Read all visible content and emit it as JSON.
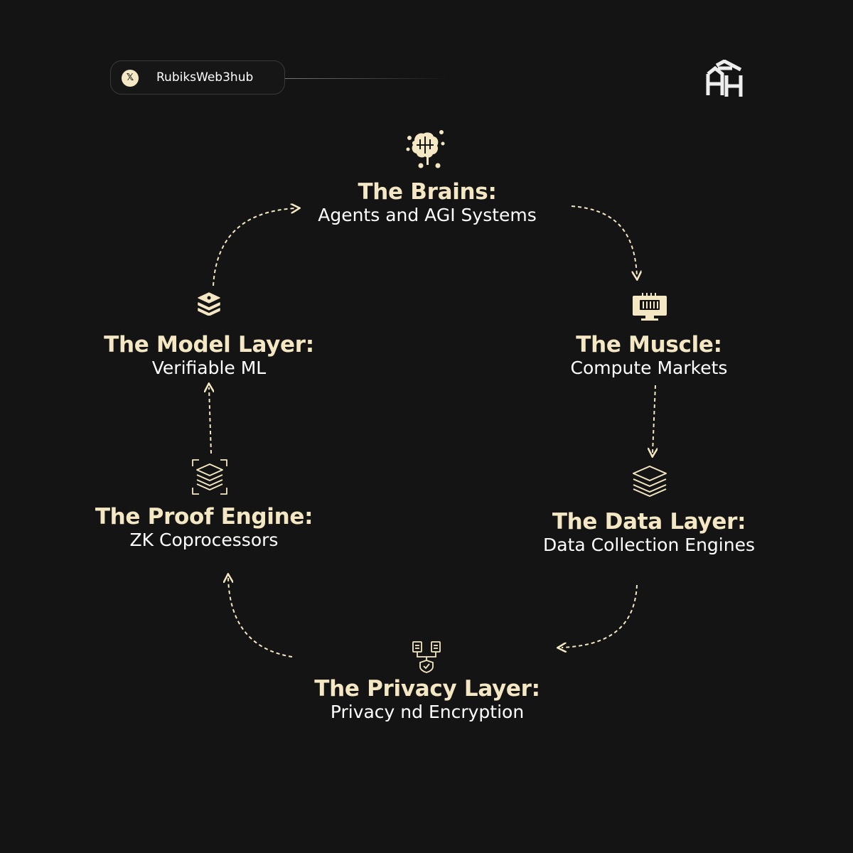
{
  "header": {
    "handle": "RubiksWeb3hub",
    "x_icon": "x-logo-icon",
    "brand_icon": "hexagon-logo-icon"
  },
  "nodes": {
    "brains": {
      "title": "The Brains:",
      "subtitle": "Agents and AGI Systems",
      "icon": "brain-circuit-icon"
    },
    "muscle": {
      "title": "The Muscle:",
      "subtitle": "Compute Markets",
      "icon": "monitor-gpu-icon"
    },
    "data_layer": {
      "title": "The Data Layer:",
      "subtitle": "Data Collection Engines",
      "icon": "layers-stack-icon"
    },
    "privacy_layer": {
      "title": "The Privacy Layer:",
      "subtitle": "Privacy nd Encryption",
      "icon": "document-shield-icon"
    },
    "proof_engine": {
      "title": "The Proof Engine:",
      "subtitle": "ZK Coprocessors",
      "icon": "scan-layers-icon"
    },
    "model_layer": {
      "title": "The Model Layer:",
      "subtitle": "Verifiable ML",
      "icon": "stacked-model-icon"
    }
  },
  "colors": {
    "background": "#141414",
    "accent": "#f4e7c3",
    "text": "#ffffff",
    "border": "#3a3a3a"
  }
}
